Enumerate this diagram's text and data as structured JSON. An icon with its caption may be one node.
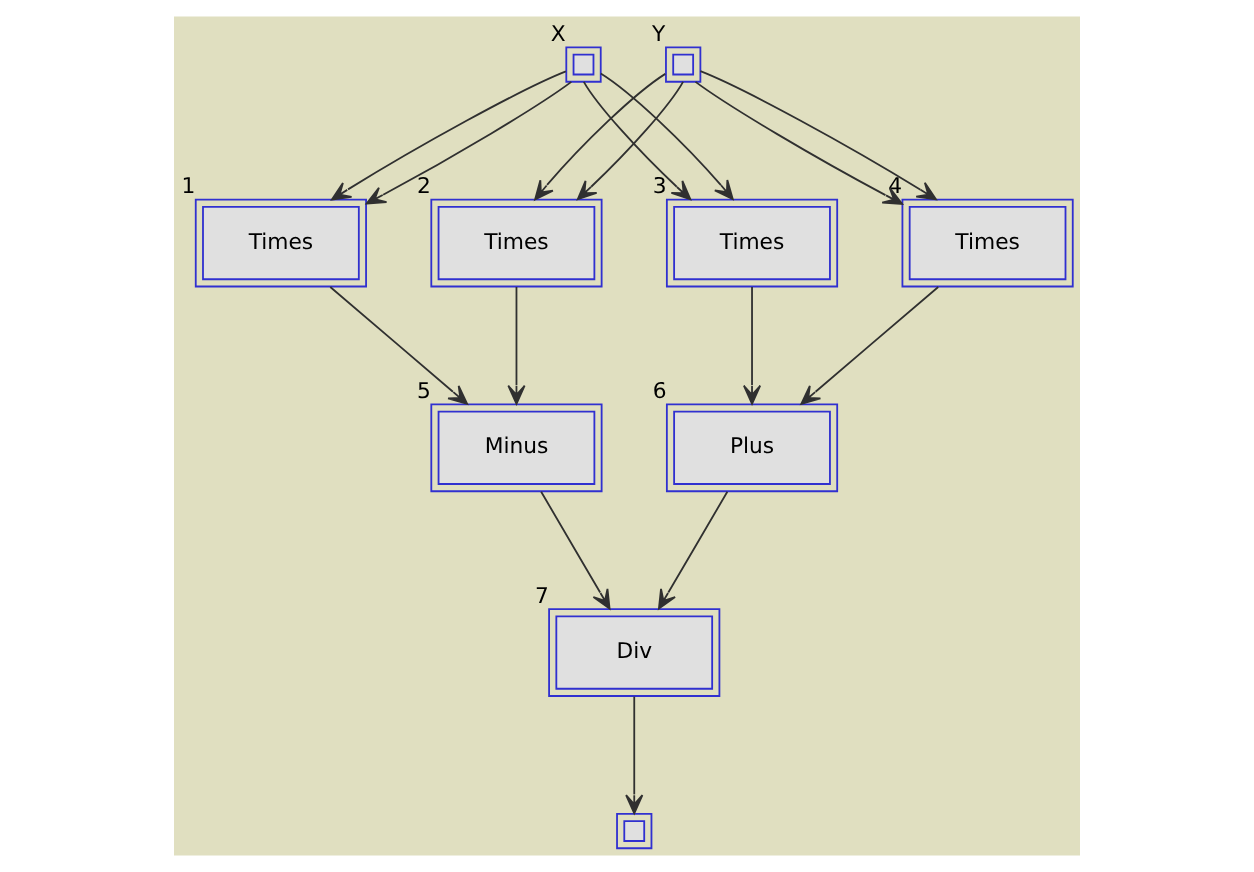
{
  "diagram": {
    "nodes": [
      {
        "text": [],
        "shape": "box",
        "beside": [
          "X"
        ]
      },
      {
        "text": [],
        "shape": "box",
        "beside": [
          "Y"
        ]
      },
      {
        "text": [
          "Times"
        ],
        "beside": [
          "1"
        ]
      },
      {
        "text": [
          "Times"
        ],
        "beside": [
          "2"
        ]
      },
      {
        "text": [
          "Times"
        ],
        "beside": [
          "3"
        ]
      },
      {
        "text": [
          "Times"
        ],
        "beside": [
          "4"
        ]
      },
      {
        "text": [
          "Minus"
        ],
        "beside": [
          "5"
        ]
      },
      {
        "text": [
          "Plus"
        ],
        "beside": [
          "6"
        ]
      },
      {
        "text": [
          "Div"
        ],
        "beside": [
          "7"
        ]
      },
      {
        "text": [],
        "shape": "box"
      }
    ],
    "edges": [
      {
        "from": 0,
        "to": 2,
        "arrow": "to"
      },
      {
        "from": 0,
        "to": 2,
        "arrow": "to"
      },
      {
        "from": 0,
        "to": 4,
        "arrow": "to"
      },
      {
        "from": 0,
        "to": 4,
        "arrow": "to"
      },
      {
        "from": 1,
        "to": 3,
        "arrow": "to"
      },
      {
        "from": 1,
        "to": 3,
        "arrow": "to"
      },
      {
        "from": 1,
        "to": 5,
        "arrow": "to"
      },
      {
        "from": 1,
        "to": 5,
        "arrow": "to"
      },
      {
        "from": 2,
        "to": 6,
        "arrow": "to"
      },
      {
        "from": 3,
        "to": 6,
        "arrow": "to"
      },
      {
        "from": 4,
        "to": 7,
        "arrow": "to"
      },
      {
        "from": 5,
        "to": 7,
        "arrow": "to"
      },
      {
        "from": 6,
        "to": 8,
        "arrow": "to"
      },
      {
        "from": 7,
        "to": 8,
        "arrow": "to"
      },
      {
        "from": 8,
        "to": 9,
        "arrow": "to"
      }
    ]
  }
}
